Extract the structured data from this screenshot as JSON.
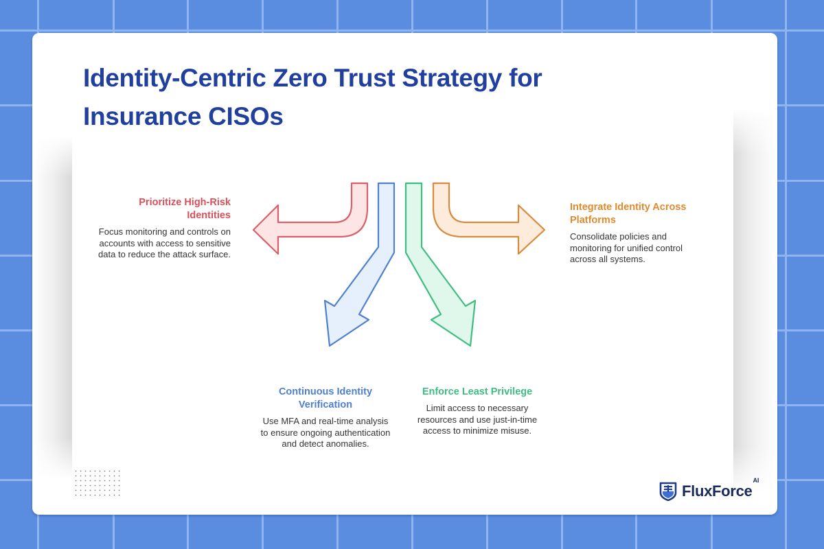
{
  "title": "Identity-Centric Zero Trust Strategy for Insurance CISOs",
  "colors": {
    "background": "#5a8ce0",
    "grid_line": "#8fb4f0",
    "title": "#213f9c",
    "red": "#d9505a",
    "blue": "#4f7fcf",
    "green": "#3ebd80",
    "orange": "#e08a2e",
    "body_text": "#333333",
    "logo": "#1a2a5c"
  },
  "strategies": {
    "prioritize": {
      "heading": "Prioritize High-Risk Identities",
      "description": "Focus monitoring and controls on accounts with access to sensitive data to reduce the attack surface.",
      "arrow_direction": "left",
      "color": "red"
    },
    "verification": {
      "heading": "Continuous Identity Verification",
      "description": "Use MFA and real-time analysis to ensure ongoing authentication and detect anomalies.",
      "arrow_direction": "down-left",
      "color": "blue"
    },
    "least_privilege": {
      "heading": "Enforce Least Privilege",
      "description": "Limit access to necessary resources and use just-in-time access to minimize misuse.",
      "arrow_direction": "down-right",
      "color": "green"
    },
    "integrate": {
      "heading": "Integrate Identity Across Platforms",
      "description": "Consolidate policies and monitoring for unified control across all systems.",
      "arrow_direction": "right",
      "color": "orange"
    }
  },
  "logo": {
    "name": "FluxForce",
    "superscript": "AI",
    "icon": "shield-icon"
  }
}
